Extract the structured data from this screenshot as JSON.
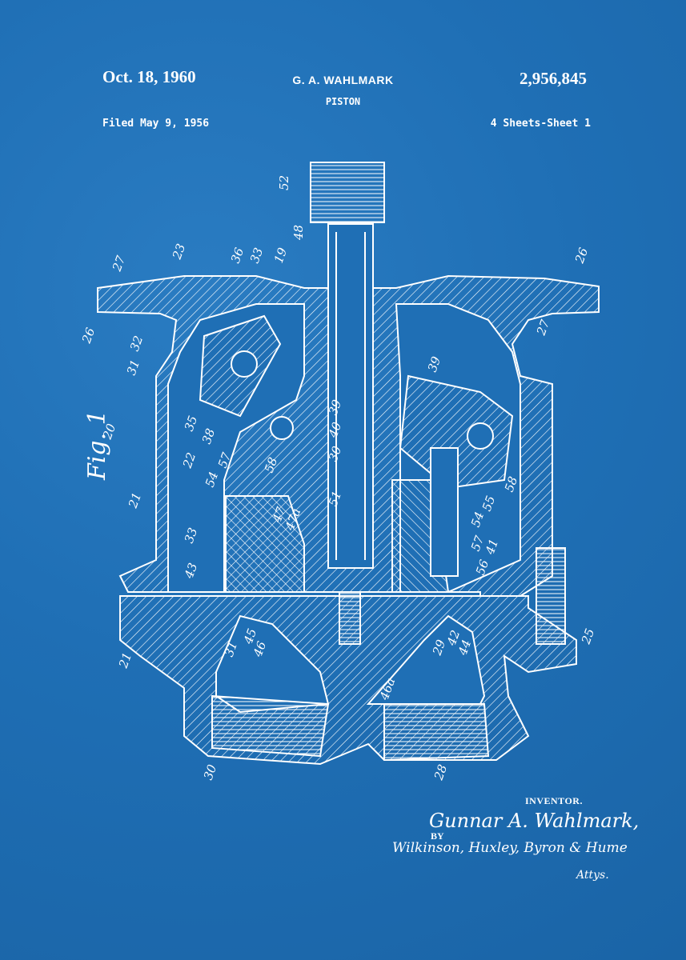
{
  "header": {
    "date": "Oct. 18, 1960",
    "inventor": "G. A. WAHLMARK",
    "patent_number": "2,956,845",
    "title": "PISTON",
    "filed": "Filed May 9, 1956",
    "sheets": "4 Sheets-Sheet 1"
  },
  "figure": {
    "label": "Fig. 1",
    "reference_numerals": [
      "52",
      "48",
      "23",
      "27",
      "26",
      "19",
      "36",
      "33",
      "26",
      "27",
      "32",
      "31",
      "39",
      "35",
      "38",
      "39",
      "40",
      "30",
      "20",
      "22",
      "57",
      "54",
      "58",
      "51",
      "47",
      "47a",
      "58",
      "55",
      "54",
      "57",
      "41",
      "56",
      "21",
      "33",
      "43",
      "45",
      "46",
      "31",
      "21",
      "46a",
      "29",
      "42",
      "44",
      "25",
      "30",
      "28"
    ]
  },
  "signatures": {
    "inventor_label": "INVENTOR.",
    "inventor_signature": "Gunnar A. Wahlmark,",
    "by_label": "BY",
    "attorneys_signature": "Wilkinson, Huxley, Byron & Hume",
    "attys_label": "Attys."
  },
  "colors": {
    "background": "#1f6fb5",
    "ink": "#ffffff"
  }
}
